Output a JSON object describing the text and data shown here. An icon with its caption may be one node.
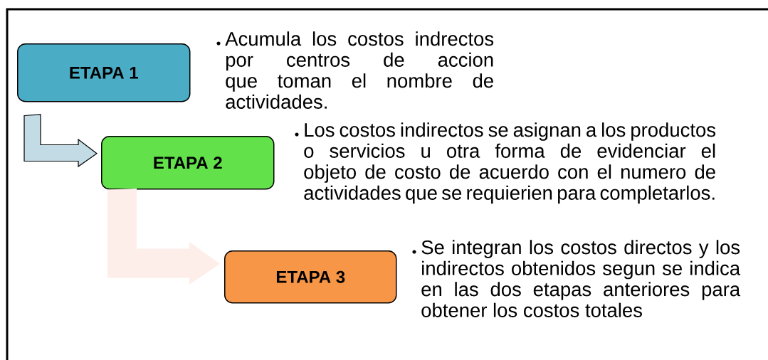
{
  "diagram": {
    "nodes": [
      {
        "text": [
          "ETAPA 1"
        ],
        "beside": [
          "Acumula los costos indrectos por centros de accion que toman el nombre de actividades."
        ]
      },
      {
        "text": [
          "ETAPA 2"
        ],
        "beside": [
          "Los costos indirectos se asignan  a los productos o servicios u otra forma de evidenciar el objeto de costo de acuerdo con el numero de actividades que se requierien para completarlos."
        ]
      },
      {
        "text": [
          "ETAPA 3"
        ],
        "beside": [
          "Se integran los costos directos y los indirectos obtenidos segun se indica en las dos etapas anteriores para obtener los costos totales"
        ]
      }
    ],
    "edges": [
      {
        "from": 0,
        "to": 1,
        "arrow": "to"
      },
      {
        "from": 1,
        "to": 2,
        "arrow": "to",
        "color": "#fdeee9"
      }
    ]
  }
}
